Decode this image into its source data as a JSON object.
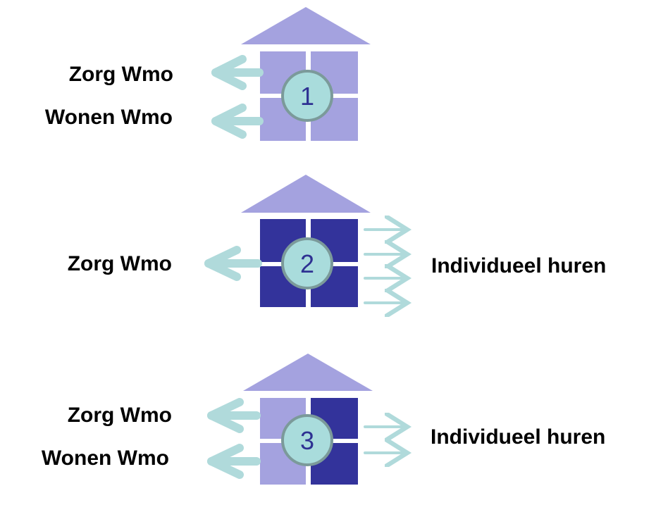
{
  "colors": {
    "light_purple": "#a4a2df",
    "dark_purple": "#33339b",
    "arrow": "#b0dadb",
    "circle_fill": "#a9dcdc",
    "circle_stroke": "#7b9a9a",
    "number": "#2e3192"
  },
  "houses": [
    {
      "number": "1",
      "left_labels": [
        "Zorg Wmo",
        "Wonen Wmo"
      ],
      "right_label": "",
      "panes": [
        "light",
        "light",
        "light",
        "light"
      ]
    },
    {
      "number": "2",
      "left_labels": [
        "Zorg Wmo"
      ],
      "right_label": "Individueel huren",
      "panes": [
        "dark",
        "dark",
        "dark",
        "dark"
      ]
    },
    {
      "number": "3",
      "left_labels": [
        "Zorg Wmo",
        "Wonen Wmo"
      ],
      "right_label": "Individueel huren",
      "panes": [
        "light",
        "dark",
        "light",
        "dark"
      ]
    }
  ]
}
